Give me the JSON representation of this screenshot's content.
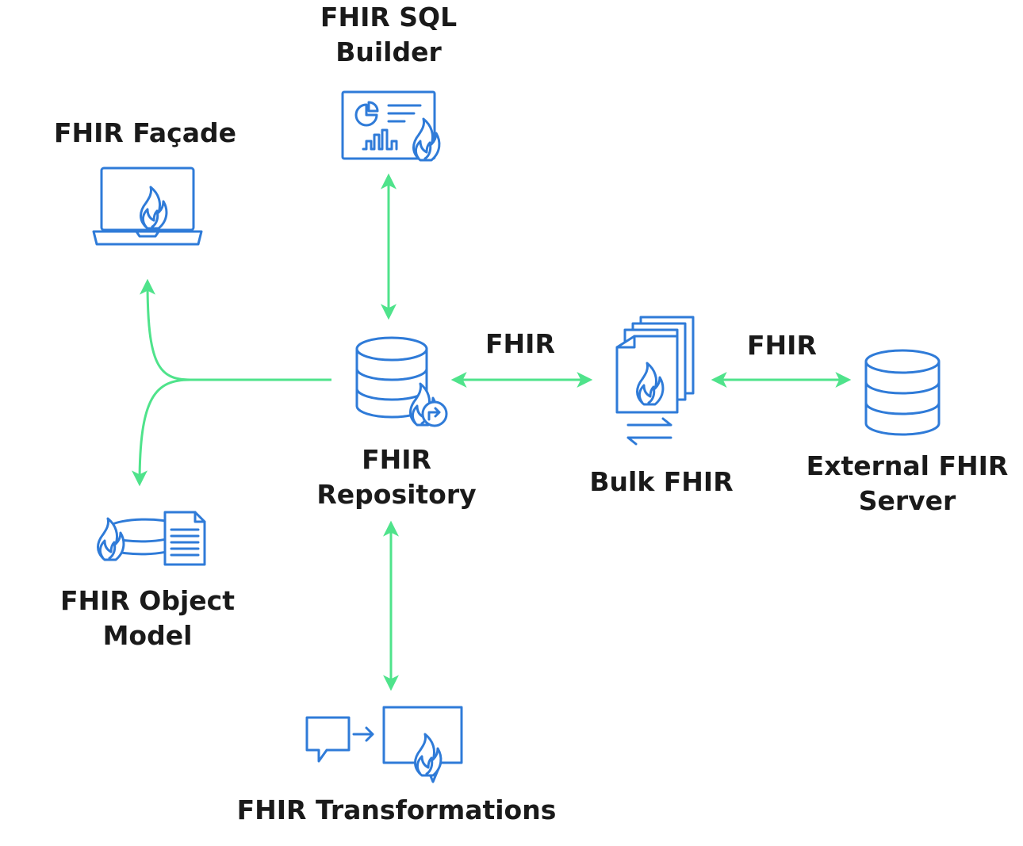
{
  "colors": {
    "icon_stroke": "#2f7bd8",
    "connector": "#4fe38b",
    "text": "#1a1a1a",
    "background": "#ffffff"
  },
  "nodes": {
    "sql_builder": {
      "line1": "FHIR SQL",
      "line2": "Builder",
      "icon": "dashboard-flame-icon"
    },
    "facade": {
      "label": "FHIR Façade",
      "icon": "laptop-flame-icon"
    },
    "repository": {
      "line1": "FHIR",
      "line2": "Repository",
      "icon": "database-flame-icon"
    },
    "bulk": {
      "label": "Bulk FHIR",
      "icon": "stacked-documents-flame-icon"
    },
    "external": {
      "line1": "External FHIR",
      "line2": "Server",
      "icon": "database-icon"
    },
    "object_model": {
      "line1": "FHIR Object",
      "line2": "Model",
      "icon": "flame-document-icon"
    },
    "transformations": {
      "label": "FHIR Transformations",
      "icon": "message-transform-flame-icon"
    }
  },
  "edges": {
    "repo_bulk": "FHIR",
    "bulk_external": "FHIR"
  }
}
